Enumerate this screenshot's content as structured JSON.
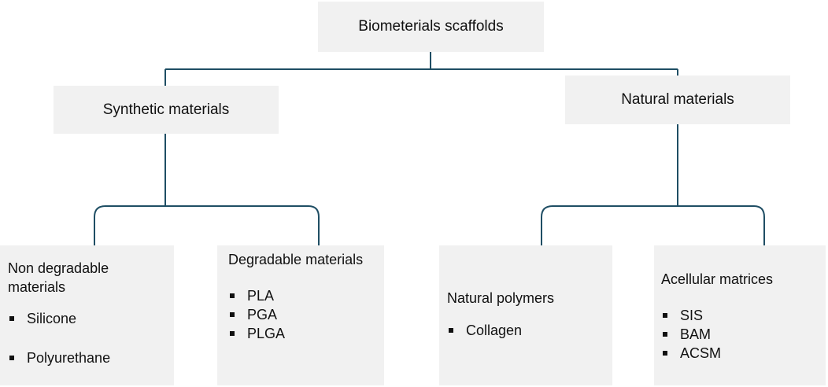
{
  "diagram": {
    "root": {
      "label": "Biometerials scaffolds"
    },
    "synthetic": {
      "label": "Synthetic materials"
    },
    "natural": {
      "label": "Natural materials"
    },
    "leaves": {
      "non_degradable": {
        "title": "Non degradable materials",
        "items": [
          "Silicone",
          "Polyurethane"
        ]
      },
      "degradable": {
        "title": "Degradable materials",
        "items": [
          "PLA",
          "PGA",
          "PLGA"
        ]
      },
      "natural_polymers": {
        "title": "Natural polymers",
        "items": [
          "Collagen"
        ]
      },
      "acellular": {
        "title": "Acellular matrices",
        "items": [
          "SIS",
          "BAM",
          "ACSM"
        ]
      }
    },
    "line_color": "#1f4e64",
    "box_color": "#f1f1f1"
  }
}
